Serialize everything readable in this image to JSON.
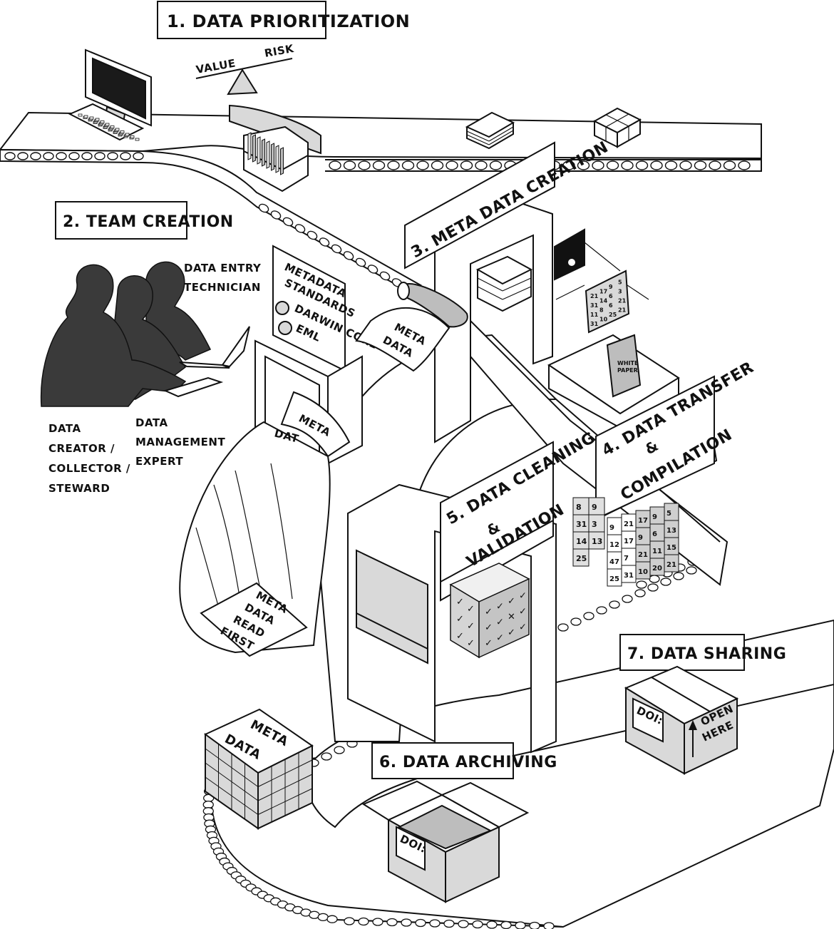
{
  "steps": {
    "s1": "1. DATA PRIORITIZATION",
    "s2": "2. TEAM CREATION",
    "s3": "3. META DATA CREATION",
    "s4a": "4. DATA TRANSFER",
    "s4b": "&",
    "s4c": "COMPILATION",
    "s5a": "5. DATA CLEANING",
    "s5b": "&",
    "s5c": "VALIDATION",
    "s6": "6. DATA ARCHIVING",
    "s7": "7. DATA SHARING"
  },
  "balance": {
    "left": "VALUE",
    "right": "RISK"
  },
  "roles": {
    "tech1": "DATA ENTRY",
    "tech2": "TECHNICIAN",
    "creator1": "DATA",
    "creator2": "CREATOR /",
    "creator3": "COLLECTOR /",
    "creator4": "STEWARD",
    "expert1": "DATA",
    "expert2": "MANAGEMENT",
    "expert3": "EXPERT"
  },
  "standards": {
    "line1": "METADATA",
    "line2": "STANDARDS",
    "item1": "DARWIN CORE",
    "item2": "EML"
  },
  "sheets": {
    "meta1": "META",
    "meta2": "DATA",
    "slot": "META",
    "slot2": "DAT",
    "readme1": "META",
    "readme2": "DATA",
    "readme3": "READ",
    "readme4": "FIRST",
    "cube1": "META",
    "cube2": "DATA",
    "white1": "WHITE",
    "white2": "PAPER"
  },
  "boxes": {
    "doi": "DOI:",
    "open1": "OPEN",
    "open2": "HERE"
  },
  "grid_numbers": {
    "hanging": [
      [
        "21",
        "17",
        "9",
        "5"
      ],
      [
        "31",
        "14",
        "6",
        "3"
      ],
      [
        "11",
        "8",
        "6",
        "21"
      ],
      [
        "31",
        "10",
        "25",
        "21"
      ]
    ],
    "left_block": [
      [
        "8",
        "9"
      ],
      [
        "31",
        "3"
      ],
      [
        "14",
        "13"
      ],
      [
        "25"
      ]
    ],
    "right_block": [
      [
        "9",
        "21",
        "17",
        "9",
        "5"
      ],
      [
        "12",
        "17",
        "9",
        "6",
        "13"
      ],
      [
        "47",
        "7",
        "21",
        "11",
        "15"
      ],
      [
        "25",
        "31",
        "10",
        "20",
        "21"
      ]
    ]
  },
  "check_marks": "✓",
  "cross_mark": "✕"
}
